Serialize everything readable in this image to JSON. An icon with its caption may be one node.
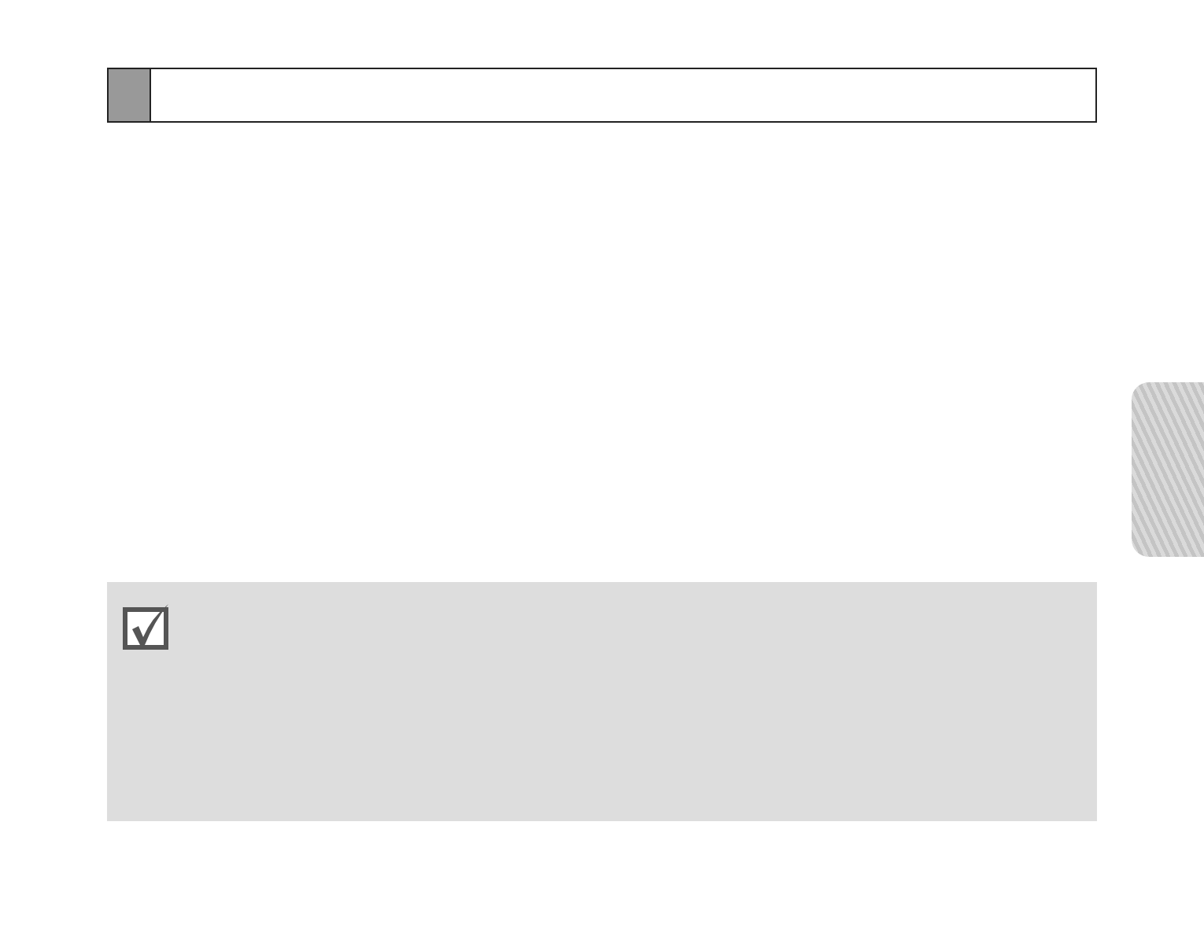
{
  "diagram": {
    "nodes": [
      {
        "text": [],
        "shape": "box"
      },
      {
        "text": [],
        "shape": "tab"
      },
      {
        "text": [],
        "shape": "box"
      }
    ]
  }
}
